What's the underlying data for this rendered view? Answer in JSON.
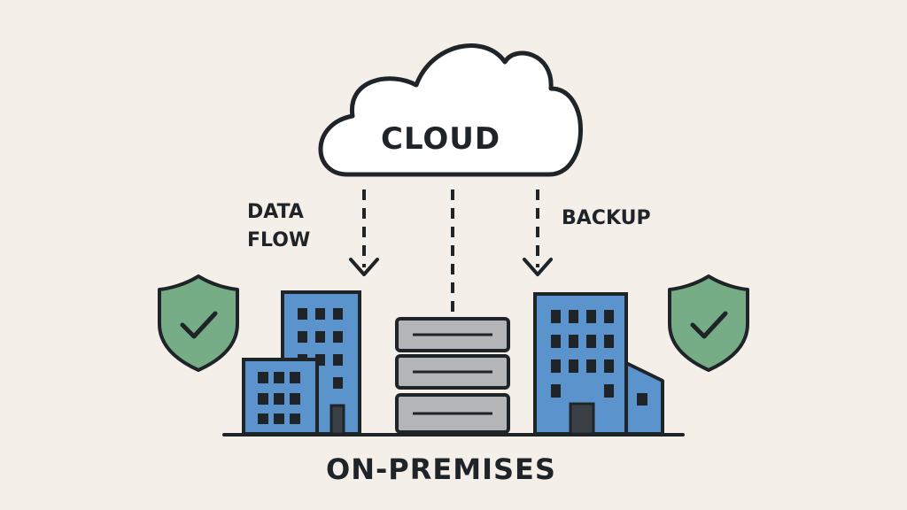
{
  "cloud": {
    "label": "CLOUD"
  },
  "flows": {
    "data_flow_line1": "DATA",
    "data_flow_line2": "FLOW",
    "backup": "BACKUP"
  },
  "site": {
    "label": "ON-PREMISES"
  },
  "colors": {
    "background": "#f4efe9",
    "outline": "#1f2428",
    "building_blue": "#5b93cd",
    "server_gray": "#b3b5b7",
    "shield_green": "#76ad86"
  },
  "icons": [
    "cloud-icon",
    "arrow-down-icon",
    "shield-check-icon",
    "building-icon",
    "server-rack-icon"
  ]
}
